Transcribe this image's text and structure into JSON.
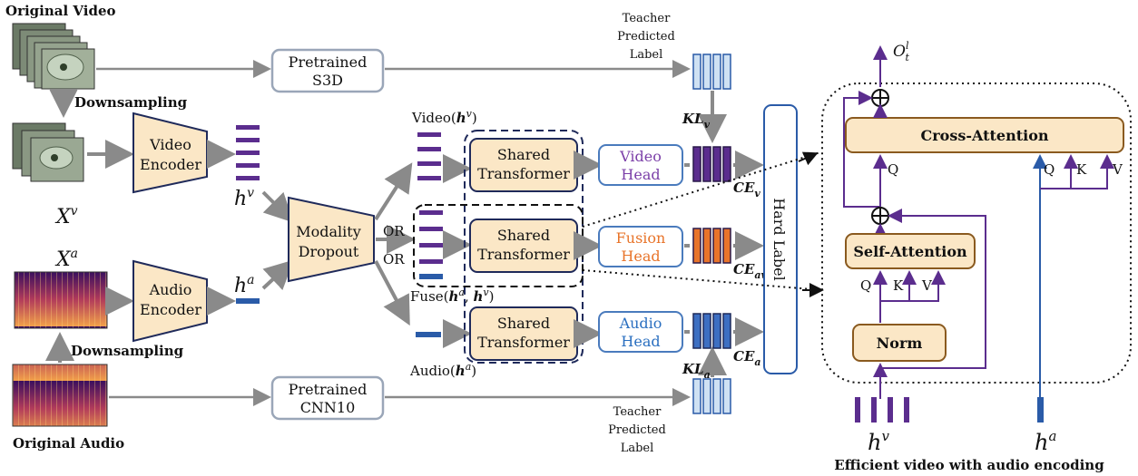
{
  "left": {
    "original_video": "Original Video",
    "downsampling_video": "Downsampling",
    "x_v": "X",
    "x_v_sup": "v",
    "video_encoder": [
      "Video",
      "Encoder"
    ],
    "h_v": "h",
    "h_v_sup": "v",
    "x_a": "X",
    "x_a_sup": "a",
    "audio_encoder": [
      "Audio",
      "Encoder"
    ],
    "h_a": "h",
    "h_a_sup": "a",
    "downsampling_audio": "Downsampling",
    "original_audio": "Original Audio"
  },
  "center": {
    "pretrained_s3d": [
      "Pretrained",
      "S3D"
    ],
    "pretrained_cnn10": [
      "Pretrained",
      "CNN10"
    ],
    "modality_dropout": [
      "Modality",
      "Dropout"
    ],
    "or1": "OR",
    "or2": "OR",
    "video_label": "Video(",
    "video_label_math": "h",
    "video_label_sup": "v",
    "fuse_label": "Fuse(",
    "fuse_label_math1": "h",
    "fuse_label_sup1": "a",
    "fuse_label_math2": "h",
    "fuse_label_sup2": "v",
    "audio_label": "Audio(",
    "audio_label_math": "h",
    "audio_label_sup": "a",
    "shared_transformer": [
      "Shared",
      "Transformer"
    ],
    "video_head": [
      "Video",
      "Head"
    ],
    "fusion_head": [
      "Fusion",
      "Head"
    ],
    "audio_head": [
      "Audio",
      "Head"
    ],
    "teacher_top": [
      "Teacher",
      "Predicted",
      "Label"
    ],
    "teacher_bottom": [
      "Teacher",
      "Predicted",
      "Label"
    ],
    "kl_v": "KL",
    "kl_v_sub": "v",
    "kl_a": "KL",
    "kl_a_sub": "a",
    "ce_v": "CE",
    "ce_v_sub": "v",
    "ce_av": "CE",
    "ce_av_sub": "av",
    "ce_a": "CE",
    "ce_a_sub": "a",
    "hard_label": "Hard Label"
  },
  "right": {
    "output": "O",
    "output_sup": "l",
    "output_sub": "t",
    "cross_attention": "Cross-Attention",
    "self_attention": "Self-Attention",
    "norm": "Norm",
    "q": "Q",
    "k": "K",
    "v": "V",
    "h_v": "h",
    "h_v_sup": "v",
    "h_a": "h",
    "h_a_sup": "a",
    "caption": "Efficient video with audio encoding"
  },
  "colors": {
    "purple": "#5b2d8e",
    "blue": "#2a5ba8",
    "orange": "#e8742a",
    "box_fill": "#fbe7c6",
    "box_stroke": "#8a5a1f",
    "head_stroke": "#4a7bbd",
    "navy": "#1f2a5a",
    "gray_arrow": "#8a8a8a",
    "teacher_fill": "#cfe1f3",
    "video_head_text": "#7b3fa8",
    "fusion_head_text": "#e8742a",
    "audio_head_text": "#2a6fc0"
  }
}
